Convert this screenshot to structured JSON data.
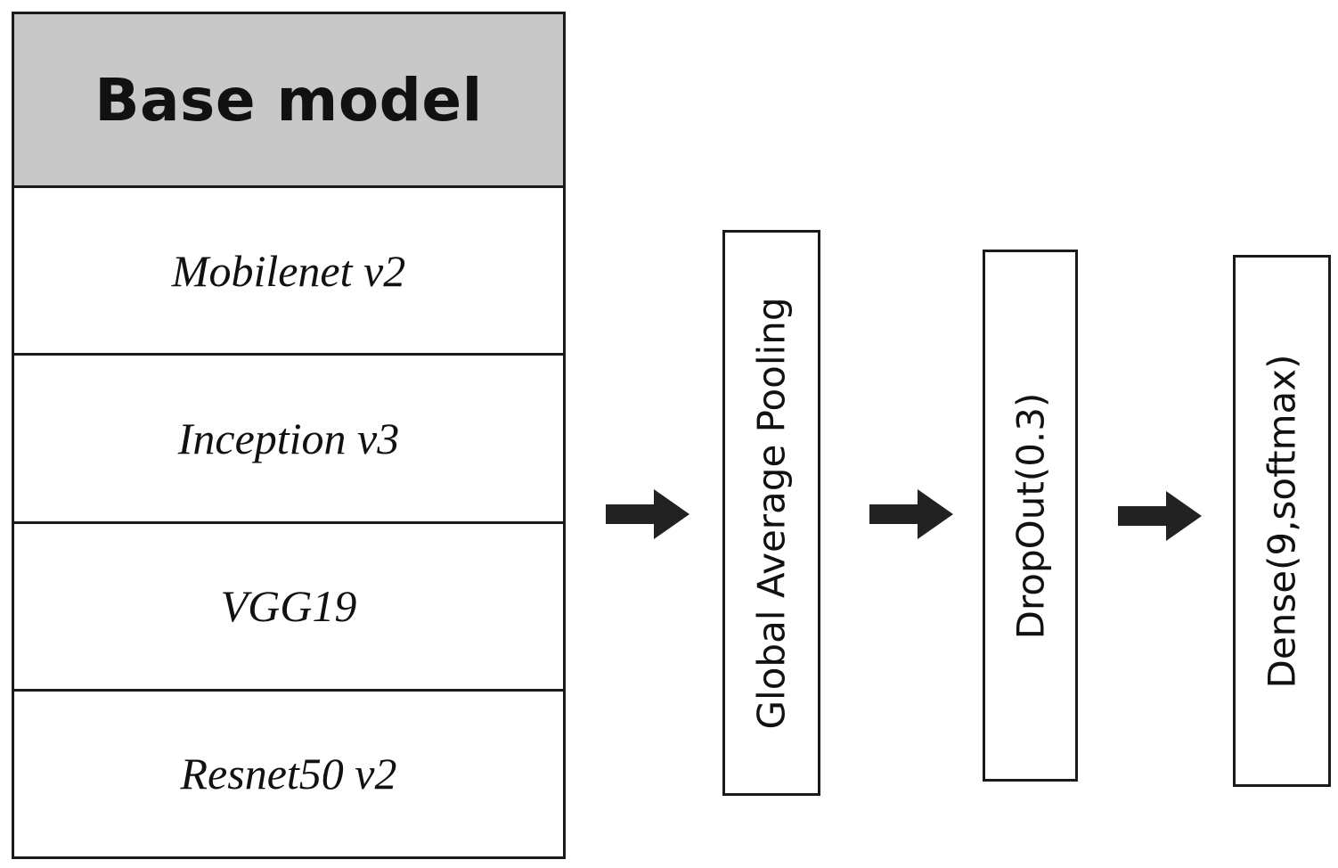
{
  "base_model": {
    "header": "Base model",
    "models": [
      "Mobilenet v2",
      "Inception v3",
      "VGG19",
      "Resnet50 v2"
    ]
  },
  "layers": [
    "Global Average Pooling",
    "DropOut(0.3)",
    "Dense(9,softmax)"
  ],
  "colors": {
    "header_fill": "#c8c8c8",
    "stroke": "#1a1a1a",
    "arrow": "#222222"
  }
}
